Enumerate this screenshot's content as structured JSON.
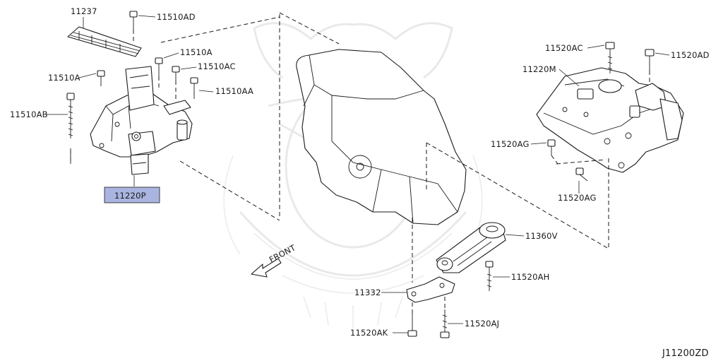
{
  "diagram_id": "J11200ZD",
  "front_label": "FRONT",
  "highlight_color": "#a9b4e0",
  "callouts": {
    "p11237": "11237",
    "p11510AD": "11510AD",
    "p11510A_top": "11510A",
    "p11510AC": "11510AC",
    "p11510A_left": "11510A",
    "p11510AA": "11510AA",
    "p11510AB": "11510AB",
    "p11220P": "11220P",
    "p11520AC": "11520AC",
    "p11520AD": "11520AD",
    "p11220M": "11220M",
    "p11520AG_a": "11520AG",
    "p11520AG_b": "11520AG",
    "p11360V": "11360V",
    "p11520AH": "11520AH",
    "p11332": "11332",
    "p11520AK": "11520AK",
    "p11520AJ": "11520AJ"
  }
}
